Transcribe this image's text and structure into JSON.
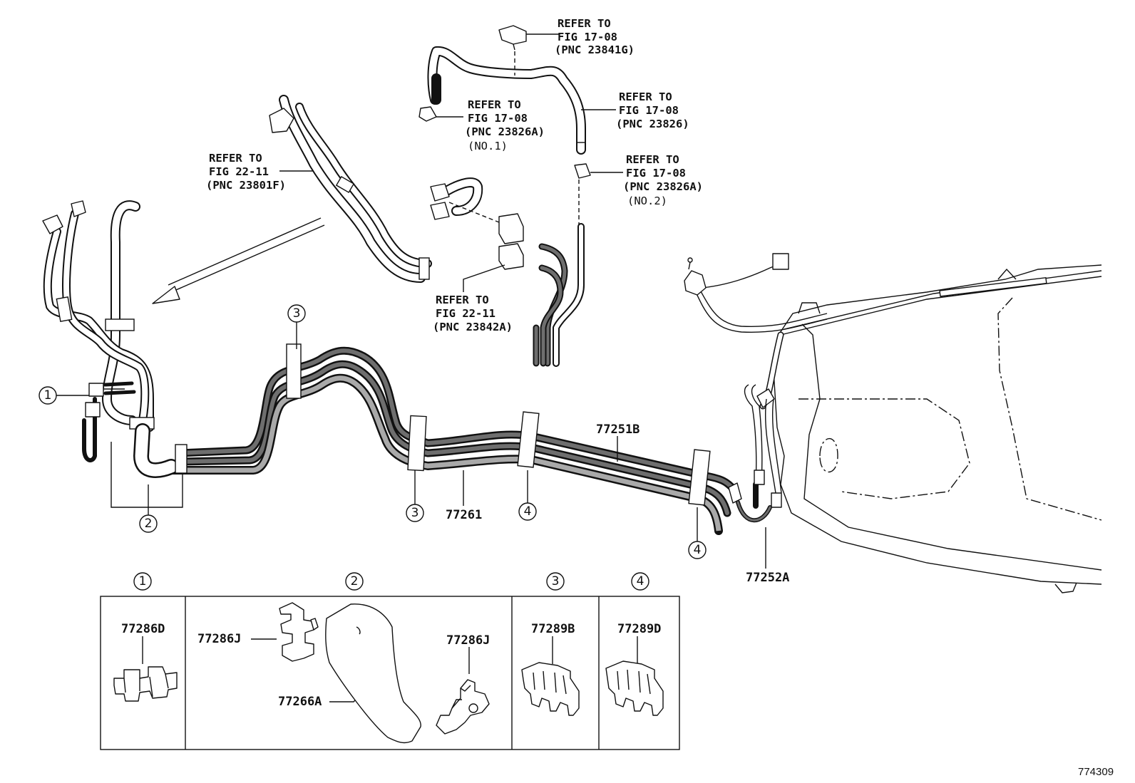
{
  "callouts": {
    "refer_17_08_23841g": [
      "REFER TO",
      "FIG 17-08",
      "(PNC 23841G)"
    ],
    "refer_17_08_23826a_no1": [
      "REFER TO",
      "FIG 17-08",
      "(PNC 23826A)",
      "(NO.1)"
    ],
    "refer_17_08_23826": [
      "REFER TO",
      "FIG 17-08",
      "(PNC 23826)"
    ],
    "refer_22_11_23801f": [
      "REFER TO",
      "FIG 22-11",
      "(PNC 23801F)"
    ],
    "refer_17_08_23826a_no2": [
      "REFER TO",
      "FIG 17-08",
      "(PNC 23826A)",
      "(NO.2)"
    ],
    "refer_22_11_23842a": [
      "REFER TO",
      "FIG 22-11",
      "(PNC 23842A)"
    ]
  },
  "part_numbers": {
    "p77251b": "77251B",
    "p77261": "77261",
    "p77252a": "77252A",
    "p77286d": "77286D",
    "p77286j_left": "77286J",
    "p77286j_right": "77286J",
    "p77266a": "77266A",
    "p77289b": "77289B",
    "p77289d": "77289D"
  },
  "circle_numbers": {
    "n1": "1",
    "n2": "2",
    "n3": "3",
    "n4": "4"
  },
  "figure_number": "774309"
}
